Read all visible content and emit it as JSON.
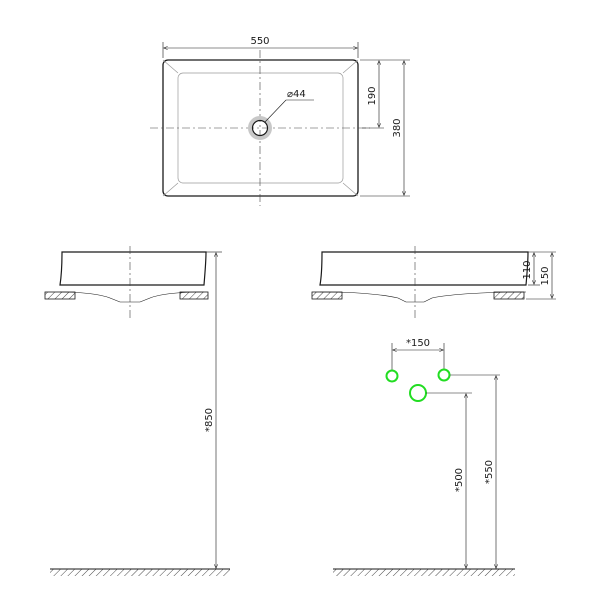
{
  "dimensions": {
    "top_width": "550",
    "top_depth": "380",
    "drain_offset": "190",
    "drain_diameter": "44",
    "counter_height": "*850",
    "bowl_depth_inner": "110",
    "bowl_height": "150",
    "tap_spacing": "*150",
    "waste_height": "*500",
    "supply_height": "*550"
  },
  "symbols": {
    "diameter_symbol": "⌀"
  },
  "colors": {
    "line": "#1a1a1a",
    "connection_marker": "#22dd22"
  }
}
